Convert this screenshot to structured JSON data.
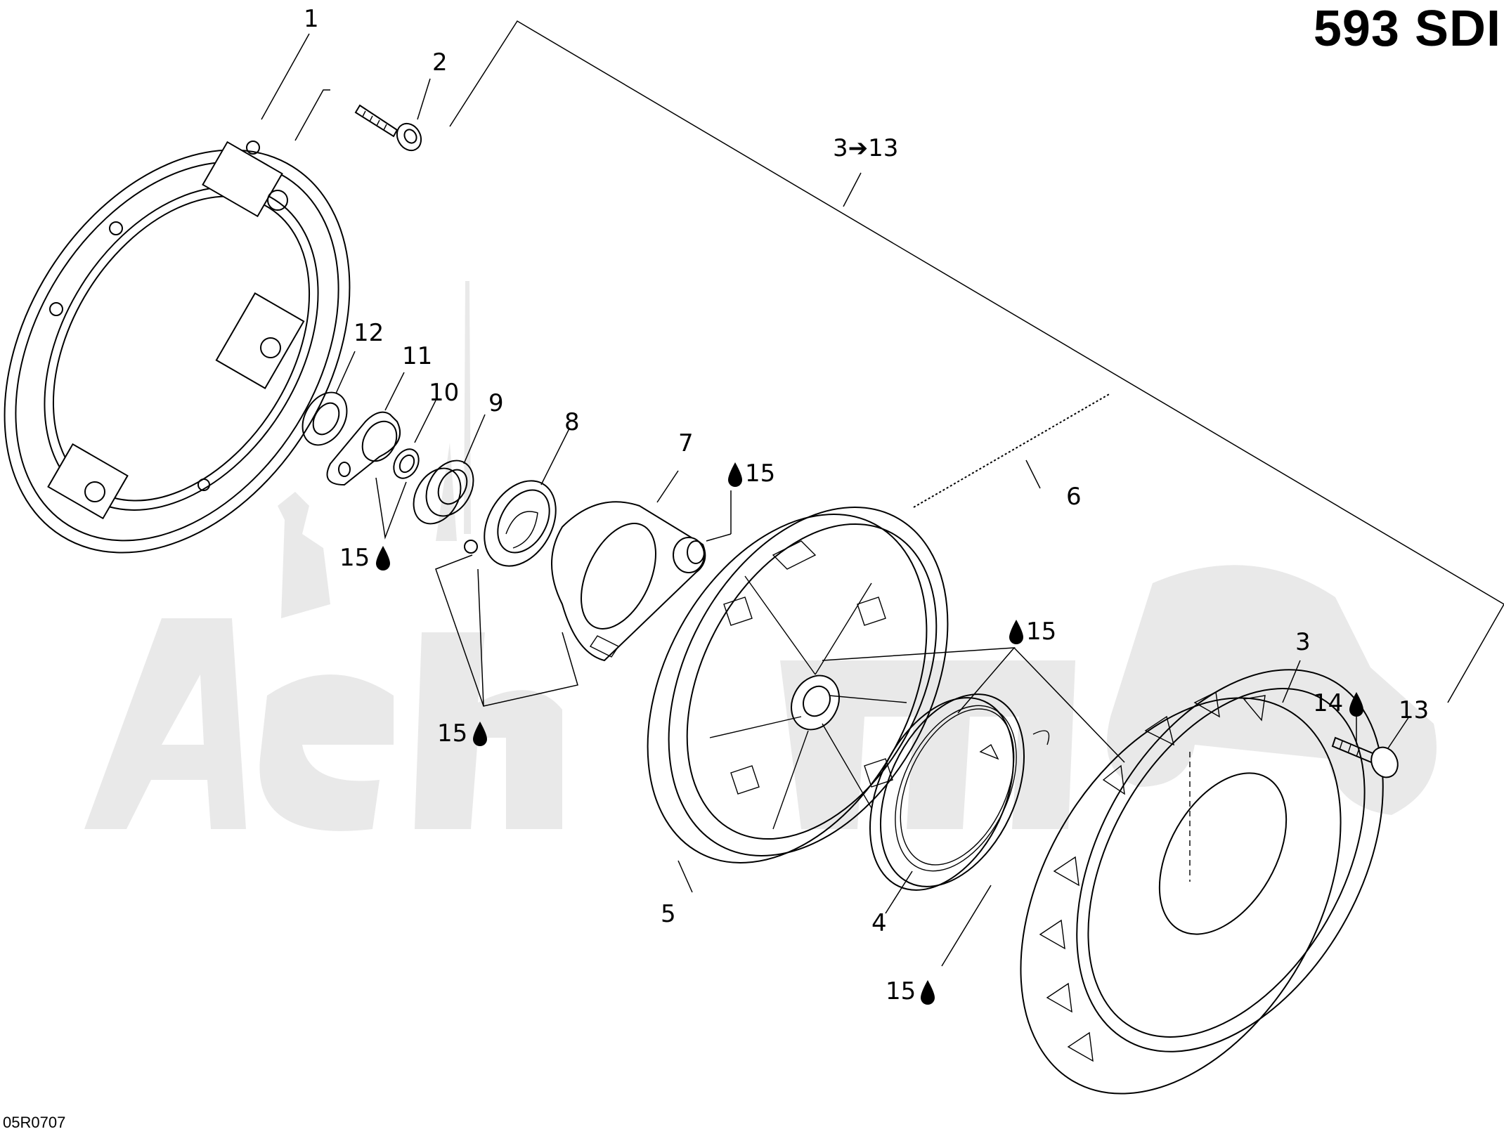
{
  "header": {
    "model": "593 SDI"
  },
  "footer": {
    "figure_code": "05R0707"
  },
  "callouts": [
    {
      "id": "c1",
      "text": "1"
    },
    {
      "id": "c2",
      "text": "2"
    },
    {
      "id": "c3range",
      "text": "3➔13"
    },
    {
      "id": "c12",
      "text": "12"
    },
    {
      "id": "c11",
      "text": "11"
    },
    {
      "id": "c10",
      "text": "10"
    },
    {
      "id": "c9",
      "text": "9"
    },
    {
      "id": "c8",
      "text": "8"
    },
    {
      "id": "c7",
      "text": "7"
    },
    {
      "id": "c15a",
      "text": "15"
    },
    {
      "id": "c6",
      "text": "6"
    },
    {
      "id": "c15b",
      "text": "15"
    },
    {
      "id": "c15c",
      "text": "15"
    },
    {
      "id": "c15d",
      "text": "15"
    },
    {
      "id": "c3",
      "text": "3"
    },
    {
      "id": "c14",
      "text": "14"
    },
    {
      "id": "c13",
      "text": "13"
    },
    {
      "id": "c5",
      "text": "5"
    },
    {
      "id": "c4",
      "text": "4"
    },
    {
      "id": "c15e",
      "text": "15"
    }
  ],
  "icons": {
    "lubricant": "oil-drop-icon",
    "arrow": "arrow-right-icon"
  }
}
